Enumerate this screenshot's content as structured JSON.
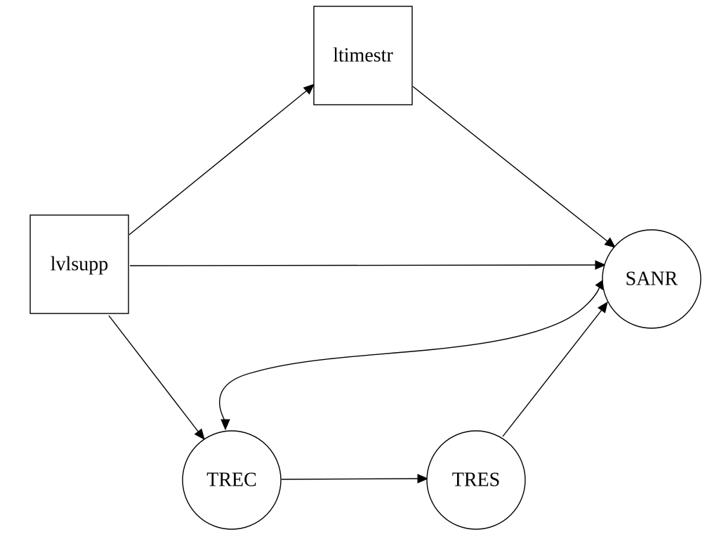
{
  "diagram": {
    "type": "directed-graph",
    "nodes": [
      {
        "id": "ltimestr",
        "label": "ltimestr",
        "shape": "box"
      },
      {
        "id": "lvlsupp",
        "label": "lvlsupp",
        "shape": "box"
      },
      {
        "id": "SANR",
        "label": "SANR",
        "shape": "circle"
      },
      {
        "id": "TREC",
        "label": "TREC",
        "shape": "circle"
      },
      {
        "id": "TRES",
        "label": "TRES",
        "shape": "circle"
      }
    ],
    "edges": [
      {
        "from": "lvlsupp",
        "to": "ltimestr",
        "direction": "forward"
      },
      {
        "from": "ltimestr",
        "to": "SANR",
        "direction": "forward"
      },
      {
        "from": "lvlsupp",
        "to": "SANR",
        "direction": "forward"
      },
      {
        "from": "lvlsupp",
        "to": "TREC",
        "direction": "forward"
      },
      {
        "from": "TREC",
        "to": "TRES",
        "direction": "forward"
      },
      {
        "from": "TRES",
        "to": "SANR",
        "direction": "forward"
      },
      {
        "from": "TREC",
        "to": "SANR",
        "direction": "both"
      }
    ],
    "colors": {
      "stroke": "#000000",
      "fill": "#ffffff"
    }
  }
}
